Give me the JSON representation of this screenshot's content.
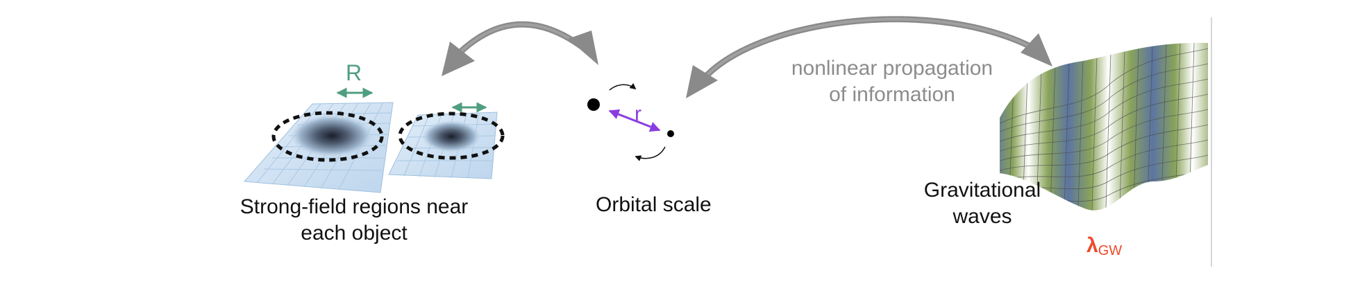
{
  "labels": {
    "strong_field": [
      "Strong-field regions near",
      "each object"
    ],
    "orbital": "Orbital scale",
    "gw": [
      "Gravitational",
      "waves"
    ],
    "propagation": [
      "nonlinear propagation",
      "of information"
    ],
    "R": "R",
    "r": "r",
    "lambda": "λ",
    "lambda_sub": "GW"
  },
  "colors": {
    "arrow_grey": "#8a8a8a",
    "green": "#4f9e80",
    "purple": "#8a3de0",
    "red": "#ee4a2a",
    "grid_blue": "#b8d4ea",
    "wave_green": "#8aa35a",
    "wave_blue": "#5c75a2"
  }
}
